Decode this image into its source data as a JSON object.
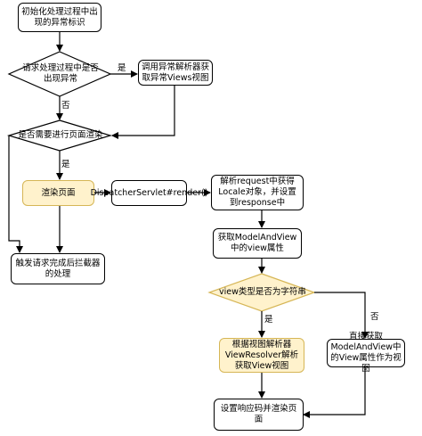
{
  "nodes": {
    "init_error": "初始化处理过程中出现的异常标识",
    "request_error_decision": "请求处理过程中是否出现异常",
    "call_exception_resolver": "调用异常解析器获取异常Views视图",
    "need_render_decision": "是否需要进行页面渲染",
    "render_page": "渲染页面",
    "dispatcher_render": "DispatcherServlet#render()",
    "parse_locale": "解析request中获得Locale对象，并设置到response中",
    "trigger_interceptor": "触发请求完成后拦截器的处理",
    "get_view_attr": "获取ModelAndView中的view属性",
    "view_type_decision": "view类型是否为字符串",
    "resolve_view": "根据视图解析器ViewResolver解析获取View视图",
    "direct_view": "直接获取ModelAndView中的View属性作为视图",
    "set_status_render": "设置响应码并渲染页面"
  },
  "labels": {
    "yes_1": "是",
    "no_1": "否",
    "yes_2": "是",
    "yes_3": "是",
    "no_3": "否"
  },
  "colors": {
    "highlight_fill": "#fff2cc",
    "highlight_border": "#d6b656",
    "line": "#000000"
  }
}
